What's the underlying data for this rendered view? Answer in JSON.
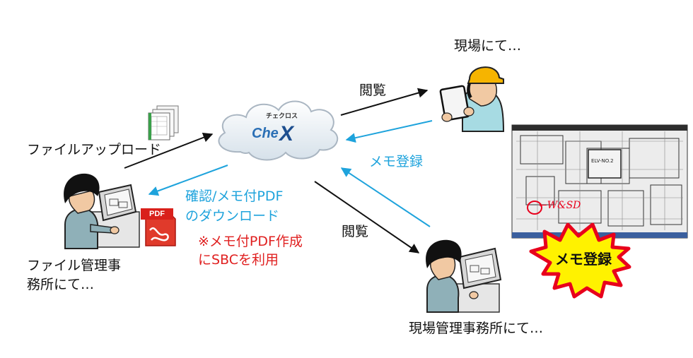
{
  "cloud": {
    "service_kana": "チェクロス",
    "service_name": "Che",
    "service_x": "X"
  },
  "labels": {
    "upload": "ファイルアップロード",
    "view_top": "閲覧",
    "memo_register": "メモ登録",
    "download_line1": "確認/メモ付PDF",
    "download_line2": "のダウンロード",
    "note_line1": "※メモ付PDF作成",
    "note_line2": "にSBCを利用",
    "view_bottom": "閲覧",
    "file_office_line1": "ファイル管理事",
    "file_office_line2": "務所にて…",
    "site": "現場にて…",
    "site_office": "現場管理事務所にて…",
    "burst": "メモ登録",
    "pdf_icon": "PDF",
    "drawing_handwriting": "←W&SD"
  },
  "colors": {
    "blue_arrow": "#1ea3dc",
    "black_arrow": "#111111",
    "note_red": "#e02020",
    "burst_yellow": "#fff200",
    "burst_red": "#e8001c",
    "pdf_red": "#d9201b"
  }
}
